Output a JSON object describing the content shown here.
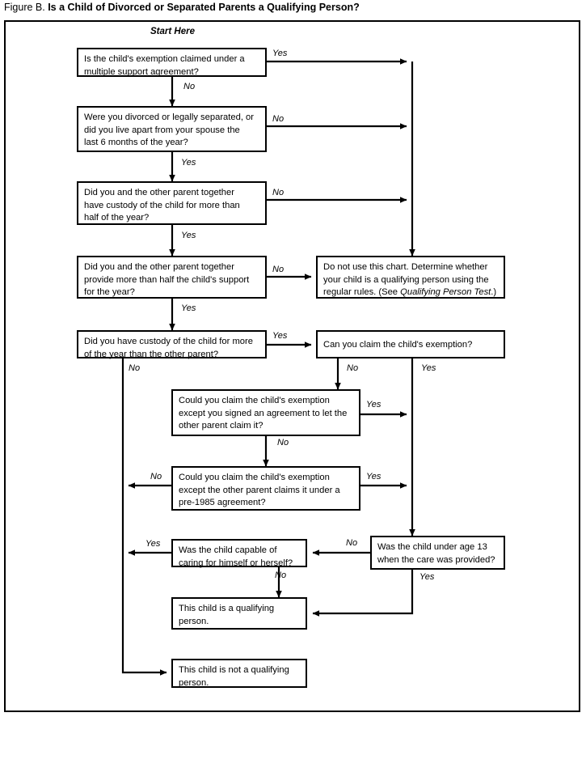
{
  "figure": {
    "label": "Figure B.",
    "headline": "Is a Child of Divorced or Separated Parents a Qualifying Person?",
    "start_here": "Start Here"
  },
  "chart_data": {
    "type": "diagram",
    "title": "Figure B.  Is a Child of Divorced or Separated Parents a Qualifying Person?",
    "nodes": [
      {
        "id": "n1",
        "text": "Is the child's exemption claimed under a multiple support agreement?"
      },
      {
        "id": "n2",
        "text": "Were you divorced or legally separated, or did you live apart from your spouse the last 6 months of the year?"
      },
      {
        "id": "n3",
        "text": "Did you and the other parent together have custody of the child for more than half of the year?"
      },
      {
        "id": "n4",
        "text": "Did you and the other parent together provide more than half the child's support for the year?"
      },
      {
        "id": "n5",
        "text": "Did you have custody of the child for more of the year than the other parent?"
      },
      {
        "id": "n6",
        "text": "Do not use this chart. Determine whether your child is a qualifying person using the regular rules. (See Qualifying Person Test.)"
      },
      {
        "id": "n7",
        "text": "Can you claim the child's exemption?"
      },
      {
        "id": "n8",
        "text": "Could you claim the child's exemption except you signed an agreement to let the other parent claim it?"
      },
      {
        "id": "n9",
        "text": "Could you claim the child's exemption except the other parent claims it under a pre-1985 agreement?"
      },
      {
        "id": "n10",
        "text": "Was the child under age 13 when the care was provided?"
      },
      {
        "id": "n11",
        "text": "Was the child capable of caring for himself or herself?"
      },
      {
        "id": "n12",
        "text": "This child is a qualifying person."
      },
      {
        "id": "n13",
        "text": "This child is not a qualifying person."
      }
    ],
    "edges": [
      {
        "from": "n1",
        "to": "n6",
        "label": "Yes"
      },
      {
        "from": "n1",
        "to": "n2",
        "label": "No"
      },
      {
        "from": "n2",
        "to": "n6",
        "label": "No"
      },
      {
        "from": "n2",
        "to": "n3",
        "label": "Yes"
      },
      {
        "from": "n3",
        "to": "n6",
        "label": "No"
      },
      {
        "from": "n3",
        "to": "n4",
        "label": "Yes"
      },
      {
        "from": "n4",
        "to": "n6",
        "label": "No"
      },
      {
        "from": "n4",
        "to": "n5",
        "label": "Yes"
      },
      {
        "from": "n5",
        "to": "n7",
        "label": "Yes"
      },
      {
        "from": "n5",
        "to": "n13",
        "label": "No"
      },
      {
        "from": "n7",
        "to": "n8",
        "label": "No"
      },
      {
        "from": "n7",
        "to": "n10",
        "label": "Yes"
      },
      {
        "from": "n8",
        "to": "n10",
        "label": "Yes"
      },
      {
        "from": "n8",
        "to": "n9",
        "label": "No"
      },
      {
        "from": "n9",
        "to": "n10",
        "label": "Yes"
      },
      {
        "from": "n9",
        "to": "n13",
        "label": "No"
      },
      {
        "from": "n10",
        "to": "n11",
        "label": "No"
      },
      {
        "from": "n10",
        "to": "n12",
        "label": "Yes"
      },
      {
        "from": "n11",
        "to": "n13",
        "label": "Yes"
      },
      {
        "from": "n11",
        "to": "n12",
        "label": "No"
      }
    ]
  },
  "boxes": {
    "n1_line1": "Is the child's exemption claimed under a",
    "n1_line2": "multiple support agreement?",
    "n2_line1": "Were you divorced or legally separated, or",
    "n2_line2": "did you live apart from your spouse the",
    "n2_line3": "last 6 months of the year?",
    "n3_line1": "Did you and the other parent together",
    "n3_line2": "have custody of the child for more than",
    "n3_line3": "half of the year?",
    "n4_line1": "Did you and the other parent together",
    "n4_line2": "provide more than half the child's support",
    "n4_line3": "for the year?",
    "n5_line1": "Did you have custody of the child for more",
    "n5_line2": "of the year than the other parent?",
    "n6_line1": "Do not use this chart. Determine whether",
    "n6_line2": "your child is a qualifying person using the",
    "n6_line3a": "regular rules. (See ",
    "n6_line3b": "Qualifying Person Test",
    "n6_line3c": ".)",
    "n7_line1": "Can you claim the child's exemption?",
    "n8_line1": "Could you claim the child's exemption",
    "n8_line2": "except you signed an agreement to let the",
    "n8_line3": "other parent claim it?",
    "n9_line1": "Could you claim the child's exemption",
    "n9_line2": "except the other parent claims it under a",
    "n9_line3": "pre-1985 agreement?",
    "n10_line1": "Was the child under age 13",
    "n10_line2": "when the care was provided?",
    "n11_line1": "Was the child capable of",
    "n11_line2": "caring for himself or herself?",
    "n12_line1": "This child is a qualifying",
    "n12_line2": "person.",
    "n13_line1": "This child is not a qualifying",
    "n13_line2": "person."
  },
  "labels": {
    "e1_yes": "Yes",
    "e1_no": "No",
    "e2_no": "No",
    "e2_yes": "Yes",
    "e3_no": "No",
    "e3_yes": "Yes",
    "e4_no": "No",
    "e4_yes": "Yes",
    "e5_yes": "Yes",
    "e5_no": "No",
    "e7_no": "No",
    "e7_yes": "Yes",
    "e8_yes": "Yes",
    "e8_no": "No",
    "e9_no": "No",
    "e9_yes": "Yes",
    "e10_no": "No",
    "e10_yes": "Yes",
    "e11_yes": "Yes",
    "e11_no": "No"
  },
  "colors": {
    "ink": "#000000",
    "paper": "#ffffff"
  }
}
